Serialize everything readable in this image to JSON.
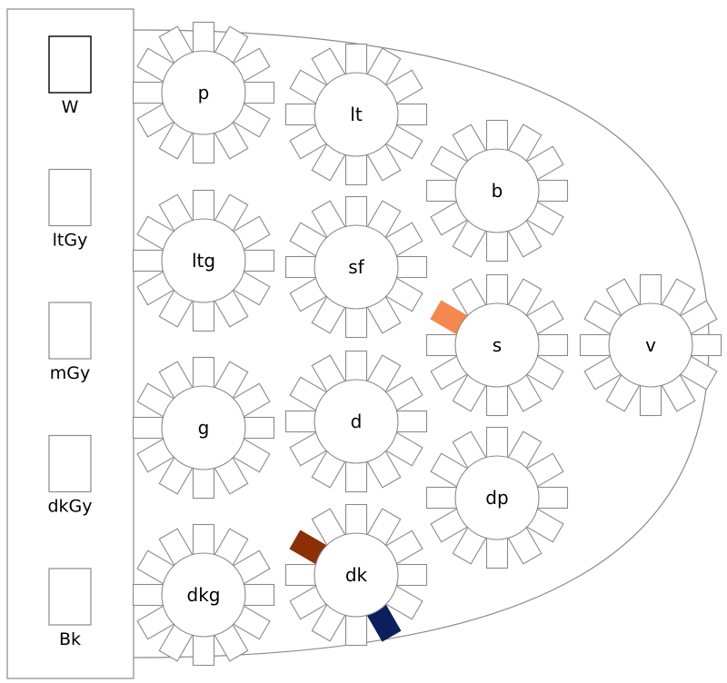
{
  "colors": {
    "stroke": "#8a8a8a",
    "text": "#000000",
    "background": "#ffffff",
    "orange_accent": "#f4884f",
    "brown_accent": "#8b3006",
    "navy_accent": "#0b1f5e"
  },
  "swatches": [
    {
      "label": "W",
      "bold_border": true
    },
    {
      "label": "ltGy",
      "bold_border": false
    },
    {
      "label": "mGy",
      "bold_border": false
    },
    {
      "label": "dkGy",
      "bold_border": false
    },
    {
      "label": "Bk",
      "bold_border": false
    }
  ],
  "tables": [
    {
      "id": "p",
      "label": "p",
      "highlights": []
    },
    {
      "id": "lt",
      "label": "lt",
      "highlights": []
    },
    {
      "id": "b",
      "label": "b",
      "highlights": []
    },
    {
      "id": "ltg",
      "label": "ltg",
      "highlights": []
    },
    {
      "id": "sf",
      "label": "sf",
      "highlights": []
    },
    {
      "id": "s",
      "label": "s",
      "highlights": [
        {
          "seat": 10,
          "color": "orange_accent"
        }
      ]
    },
    {
      "id": "v",
      "label": "v",
      "highlights": []
    },
    {
      "id": "g",
      "label": "g",
      "highlights": []
    },
    {
      "id": "d",
      "label": "d",
      "highlights": []
    },
    {
      "id": "dp",
      "label": "dp",
      "highlights": []
    },
    {
      "id": "dkg",
      "label": "dkg",
      "highlights": []
    },
    {
      "id": "dk",
      "label": "dk",
      "highlights": [
        {
          "seat": 10,
          "color": "brown_accent"
        },
        {
          "seat": 5,
          "color": "navy_accent"
        }
      ]
    }
  ]
}
